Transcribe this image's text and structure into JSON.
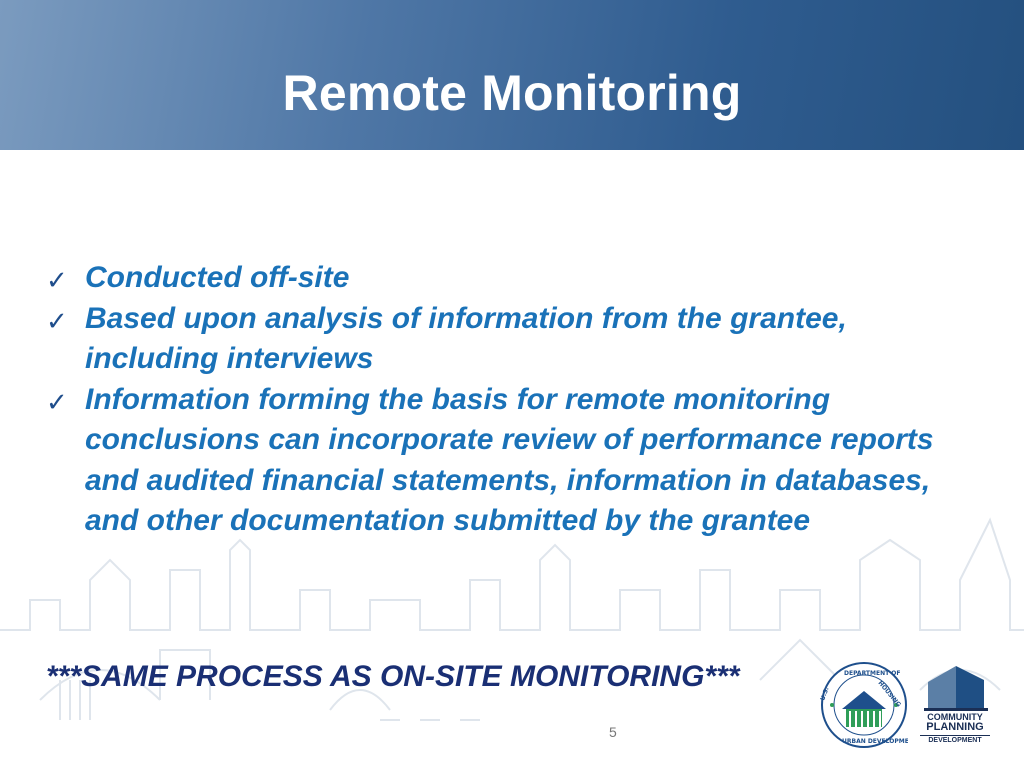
{
  "slide": {
    "title": "Remote Monitoring",
    "bullets": [
      {
        "text": "Conducted off-site"
      },
      {
        "text": "Based upon analysis of information from the grantee, including interviews"
      },
      {
        "text": "Information forming the basis for remote monitoring conclusions can incorporate review of performance reports and audited financial statements, information in databases, and other documentation submitted by the grantee"
      }
    ],
    "note": "***SAME PROCESS AS ON-SITE MONITORING***",
    "page_number": "5"
  },
  "logos": {
    "hud_seal": {
      "icon": "hud-seal-icon",
      "ring_text": "DEPARTMENT OF HOUSING · AND URBAN DEVELOPMENT · U.S."
    },
    "cpd": {
      "icon": "cpd-building-icon",
      "line1": "COMMUNITY",
      "line2": "PLANNING",
      "line3": "DEVELOPMENT"
    }
  },
  "colors": {
    "header_dark": "#24507f",
    "header_light": "#7b9bbf",
    "bullet_text": "#1a72b8",
    "note_text": "#1a2f74",
    "hud_green": "#2f9e58",
    "hud_blue": "#1e4f8c"
  }
}
